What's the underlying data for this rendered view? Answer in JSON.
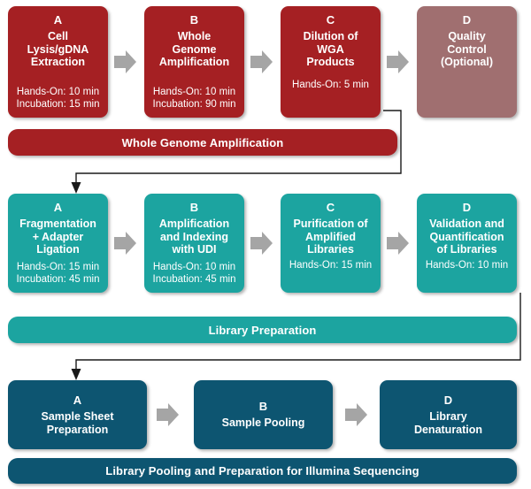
{
  "palette": {
    "red": "#A52023",
    "mauve": "#A06F70",
    "teal": "#1CA4A0",
    "navy": "#0D5571",
    "arrow_gray": "#A5A5A5",
    "connector": "#1A1A1A",
    "background": "#FFFFFF",
    "text_on_box": "#FFFFFF"
  },
  "sections": [
    {
      "id": "whole-genome-amplification",
      "banner_label": "Whole Genome Amplification",
      "color": "#A52023",
      "steps": [
        {
          "letter": "A",
          "title": "Cell\nLysis/gDNA\nExtraction",
          "title_lines": [
            "Cell",
            "Lysis/gDNA",
            "Extraction"
          ],
          "hands_on": "Hands-On: 10 min",
          "incubation": "Incubation: 15 min",
          "color": "#A52023"
        },
        {
          "letter": "B",
          "title": "Whole\nGenome\nAmplification",
          "title_lines": [
            "Whole",
            "Genome",
            "Amplification"
          ],
          "hands_on": "Hands-On: 10 min",
          "incubation": "Incubation: 90 min",
          "color": "#A52023"
        },
        {
          "letter": "C",
          "title": "Dilution of\nWGA\nProducts",
          "title_lines": [
            "Dilution of",
            "WGA",
            "Products"
          ],
          "hands_on": "Hands-On: 5 min",
          "incubation": "",
          "color": "#A52023"
        },
        {
          "letter": "D",
          "title": "Quality\nControl\n(Optional)",
          "title_lines": [
            "Quality",
            "Control",
            "(Optional)"
          ],
          "hands_on": "",
          "incubation": "",
          "color": "#A06F70"
        }
      ]
    },
    {
      "id": "library-preparation",
      "banner_label": "Library Preparation",
      "color": "#1CA4A0",
      "steps": [
        {
          "letter": "A",
          "title": "Fragmentation\n+ Adapter\nLigation",
          "title_lines": [
            "Fragmentation",
            "+ Adapter",
            "Ligation"
          ],
          "hands_on": "Hands-On: 15 min",
          "incubation": "Incubation: 45 min",
          "color": "#1CA4A0"
        },
        {
          "letter": "B",
          "title": "Amplification\nand Indexing\nwith UDI",
          "title_lines": [
            "Amplification",
            "and Indexing",
            "with UDI"
          ],
          "hands_on": "Hands-On: 10 min",
          "incubation": "Incubation: 45 min",
          "color": "#1CA4A0"
        },
        {
          "letter": "C",
          "title": "Purification of\nAmplified\nLibraries",
          "title_lines": [
            "Purification of",
            "Amplified",
            "Libraries"
          ],
          "hands_on": "Hands-On: 15 min",
          "incubation": "",
          "color": "#1CA4A0"
        },
        {
          "letter": "D",
          "title": "Validation and\nQuantification\nof Libraries",
          "title_lines": [
            "Validation and",
            "Quantification",
            "of Libraries"
          ],
          "hands_on": "Hands-On: 10 min",
          "incubation": "",
          "color": "#1CA4A0"
        }
      ]
    },
    {
      "id": "library-pooling",
      "banner_label": "Library Pooling and Preparation for Illumina Sequencing",
      "color": "#0D5571",
      "steps": [
        {
          "letter": "A",
          "title": "Sample Sheet\nPreparation",
          "title_lines": [
            "Sample Sheet",
            "Preparation"
          ],
          "hands_on": "",
          "incubation": "",
          "color": "#0D5571"
        },
        {
          "letter": "B",
          "title": "Sample Pooling",
          "title_lines": [
            "Sample Pooling"
          ],
          "hands_on": "",
          "incubation": "",
          "color": "#0D5571"
        },
        {
          "letter": "D",
          "title": "Library\nDenaturation",
          "title_lines": [
            "Library",
            "Denaturation"
          ],
          "hands_on": "",
          "incubation": "",
          "color": "#0D5571"
        }
      ]
    }
  ],
  "flow_arrows": {
    "icon": "chevron-right-arrow",
    "count_row1": 3,
    "count_row2": 3,
    "count_row3": 2
  },
  "connectors": [
    {
      "id": "wga-to-libprep",
      "from": "Dilution of WGA Products",
      "to": "Fragmentation + Adapter Ligation",
      "icon": "down-arrowhead"
    },
    {
      "id": "libprep-to-pooling",
      "from": "Validation and Quantification of Libraries",
      "to": "Sample Sheet Preparation",
      "icon": "down-arrowhead"
    }
  ]
}
